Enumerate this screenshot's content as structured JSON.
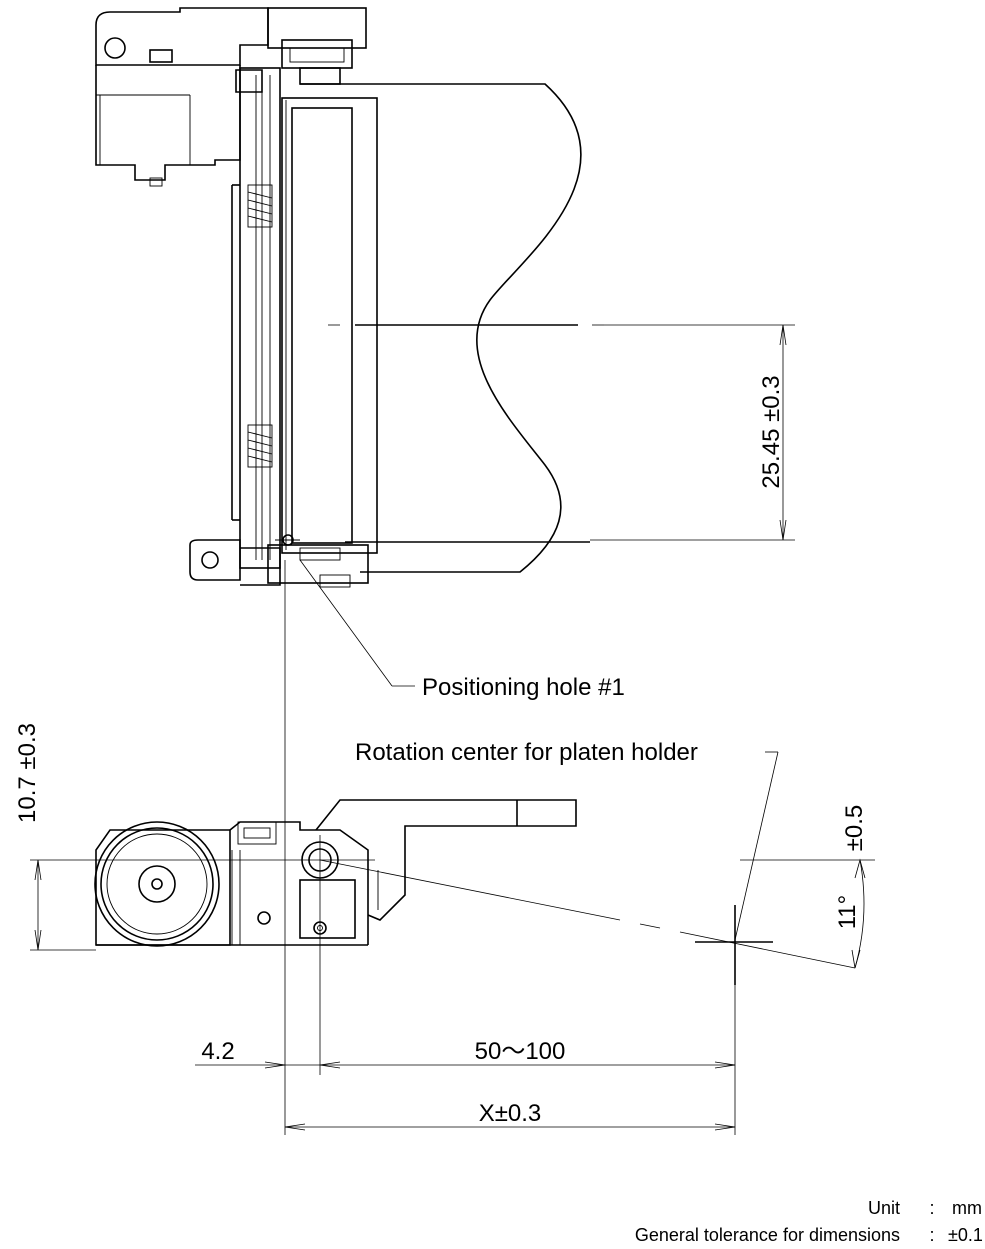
{
  "labels": {
    "positioning_hole": "Positioning hole #1",
    "rotation_center": "Rotation center for platen holder"
  },
  "dimensions": {
    "vertical_top": "25.45 ±0.3",
    "vertical_left": "10.7 ±0.3",
    "angle_value": "11°",
    "angle_tolerance": "±0.5",
    "horizontal_small": "4.2",
    "horizontal_range": "50～100",
    "horizontal_x": "X±0.3"
  },
  "notes": {
    "unit_label": "Unit",
    "unit_sep": ":",
    "unit_value": "mm",
    "tolerance_label": "General tolerance for dimensions",
    "tolerance_sep": ":",
    "tolerance_value": "±0.1"
  }
}
